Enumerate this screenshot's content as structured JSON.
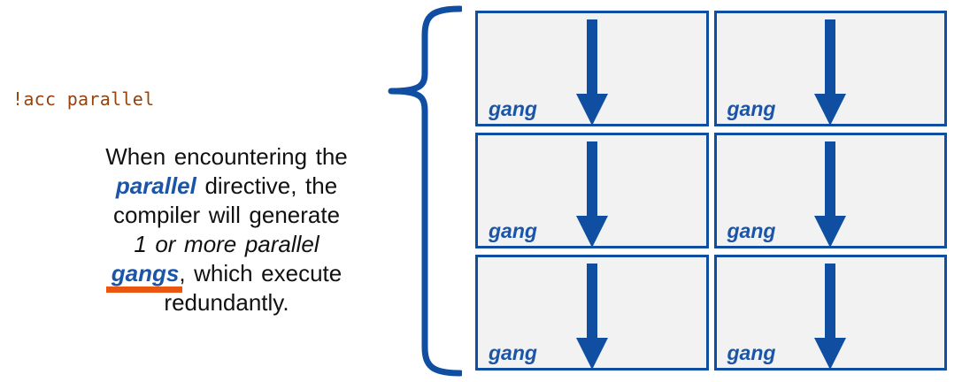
{
  "code_line": "!acc parallel",
  "paragraph": {
    "line1": "When encountering the",
    "parallel_word": "parallel",
    "line2_rest": " directive, the",
    "line3": "compiler will generate",
    "line4": "1 or more parallel",
    "gangs_word": "gangs",
    "line5_rest": ", which execute",
    "line6": "redundantly."
  },
  "diagram": {
    "brace_glyph": "left-curly-brace",
    "cells": [
      {
        "label": "gang"
      },
      {
        "label": "gang"
      },
      {
        "label": "gang"
      },
      {
        "label": "gang"
      },
      {
        "label": "gang"
      },
      {
        "label": "gang"
      }
    ]
  },
  "colors": {
    "blue": "#0F4EA0",
    "text-blue": "#1B55A8",
    "orange": "#E8560F",
    "code-brown": "#96430E",
    "cell-bg": "#F2F2F2",
    "page-bg": "#FFFFFF"
  }
}
